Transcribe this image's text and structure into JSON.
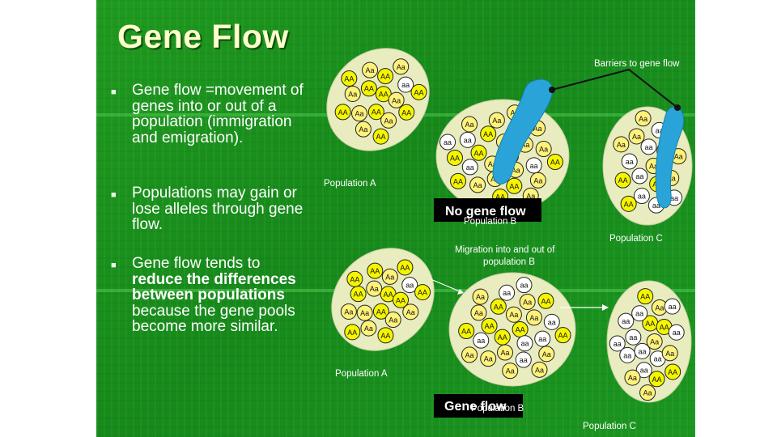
{
  "slide": {
    "title": "Gene Flow",
    "bullets": [
      {
        "text": "Gene flow =movement of genes into or out of a population (immigration and emigration)."
      },
      {
        "text": "Populations may gain or lose alleles through gene flow."
      },
      {
        "text_before": "Gene flow tends to ",
        "text_bold": "reduce the differences between populations",
        "text_after": " because the gene pools become more similar."
      }
    ]
  },
  "figure": {
    "barrier_label": "Barriers to gene flow",
    "no_flow_label": "No gene flow",
    "migration_label_1": "Migration into and out of",
    "migration_label_2": "population B",
    "flow_label": "Gene flow",
    "pop_a_label": "Population A",
    "pop_b_label": "Population B",
    "pop_c_label": "Population C",
    "colors": {
      "homozygous_dominant": "#f5f500",
      "heterozygous": "#fff27a",
      "homozygous_recessive": "#ffffff",
      "barrier": "#2aa3d8",
      "ellipse": "#e8ecbe"
    },
    "top_panel": {
      "pop_a_alleles": [
        "AA",
        "AA",
        "AA",
        "Aa",
        "Aa",
        "AA",
        "Aa",
        "Aa",
        "aa",
        "Aa",
        "Aa",
        "AA",
        "AA",
        "Aa",
        "AA",
        "AA",
        "AA"
      ],
      "pop_b_alleles": [
        "AA",
        "Aa",
        "Aa",
        "Aa",
        "AA",
        "Aa",
        "Aa",
        "AA",
        "aa",
        "aa",
        "aa",
        "AA",
        "aa",
        "Aa",
        "Aa",
        "Aa",
        "Aa",
        "AA",
        "Aa",
        "AA",
        "Aa",
        "AA",
        "AA",
        "Aa",
        "Aa",
        "aa"
      ],
      "pop_c_alleles": [
        "Aa",
        "aa",
        "aa",
        "AA",
        "aa",
        "aa",
        "aa",
        "Aa",
        "Aa",
        "AA",
        "aa",
        "aa",
        "Aa",
        "Aa",
        "AA",
        "Aa",
        "aa"
      ]
    },
    "bottom_panel": {
      "pop_a_alleles": [
        "AA",
        "AA",
        "Aa",
        "AA",
        "Aa",
        "Aa",
        "Aa",
        "AA",
        "aa",
        "Aa",
        "AA",
        "Aa",
        "Aa",
        "AA",
        "AA",
        "AA",
        "AA",
        "AA"
      ],
      "pop_b_alleles": [
        "AA",
        "AA",
        "Aa",
        "aa",
        "AA",
        "Aa",
        "Aa",
        "AA",
        "aa",
        "aa",
        "Aa",
        "aa",
        "Aa",
        "aa",
        "Aa",
        "aa",
        "Aa",
        "AA",
        "AA",
        "Aa",
        "Aa",
        "AA",
        "Aa",
        "aa",
        "Aa"
      ],
      "pop_c_alleles": [
        "Aa",
        "aa",
        "AA",
        "aa",
        "aa",
        "AA",
        "aa",
        "aa",
        "Aa",
        "aa",
        "Aa",
        "AA",
        "aa",
        "aa",
        "Aa",
        "AA",
        "AA",
        "aa",
        "aa",
        "Aa"
      ]
    }
  }
}
